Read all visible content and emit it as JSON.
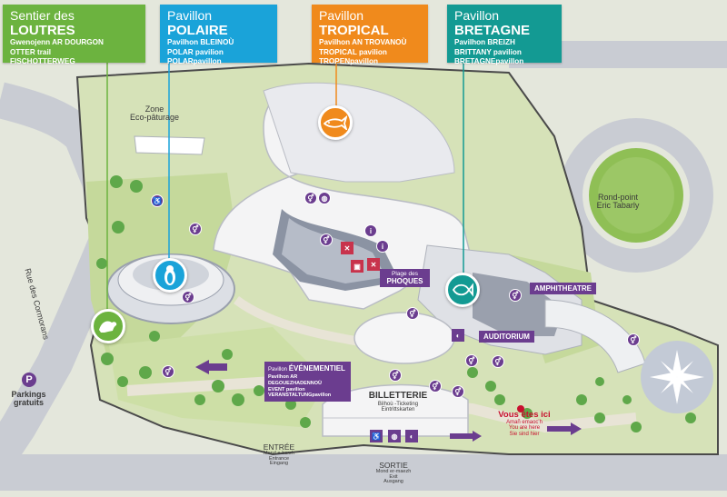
{
  "panels": [
    {
      "id": "loutres",
      "prefix": "Sentier des ",
      "name": "LOUTRES",
      "lines": [
        "Gwenojenn AR DOURGON",
        "OTTER trail",
        "FISCHOTTERWEG"
      ],
      "color": "#6cb33f"
    },
    {
      "id": "polaire",
      "prefix": "Pavillon ",
      "name": "POLAIRE",
      "lines": [
        "Pavilhon BLEINOÙ",
        "POLAR pavilion",
        "POLARpavillon"
      ],
      "color": "#1aa3d9"
    },
    {
      "id": "tropical",
      "prefix": "Pavillon ",
      "name": "TROPICAL",
      "lines": [
        "Pavilhon AN TROVANOÙ",
        "TROPICAL pavilion",
        "TROPENpavillon"
      ],
      "color": "#f08a1c"
    },
    {
      "id": "bretagne",
      "prefix": "Pavillon ",
      "name": "BRETAGNE",
      "lines": [
        "Pavilhon BREIZH",
        "BRITTANY pavilion",
        "BRETAGNEpavillon"
      ],
      "color": "#139a93"
    }
  ],
  "labels": {
    "zone": "Zone",
    "eco": "Eco-pâturage",
    "rondpoint": "Rond-point",
    "tabarly": "Eric Tabarly",
    "rue": "Rue des Cormorans",
    "parkings1": "Parkings",
    "parkings2": "gratuits",
    "parking_icon": "P",
    "plage1": "Plage des",
    "plage2": "PHOQUES",
    "amphi": "AMPHITHEATRE",
    "auditorium": "AUDITORIUM",
    "event_prefix": "Pavillon ",
    "event_name": "ÉVÉNEMENTIEL",
    "event_l1": "Pavilhon AR DEGOUEZHADENNOÙ",
    "event_l2": "EVENT pavilion",
    "event_l3": "VERANSTALTUNGpavillon",
    "billetterie": "BILLETTERIE",
    "billet_l1": "Bilhoù -Ticketing",
    "billet_l2": "Eintrittskarten",
    "entree": "ENTRÉE",
    "entree_l1": "Mond e-barzh",
    "entree_l2": "Entrance",
    "entree_l3": "Eingang",
    "sortie": "SORTIE",
    "sortie_l1": "Mond er-maezh",
    "sortie_l2": "Exit",
    "sortie_l3": "Ausgang",
    "vous": "Vous êtes ici",
    "vous_l1": "Amañ emaoc'h",
    "vous_l2": "You are here",
    "vous_l3": "Sie sind hier"
  },
  "colors": {
    "green": "#6cb33f",
    "blue": "#1aa3d9",
    "orange": "#f08a1c",
    "teal": "#139a93",
    "purple": "#6b3d8f",
    "red": "#c8102e"
  }
}
